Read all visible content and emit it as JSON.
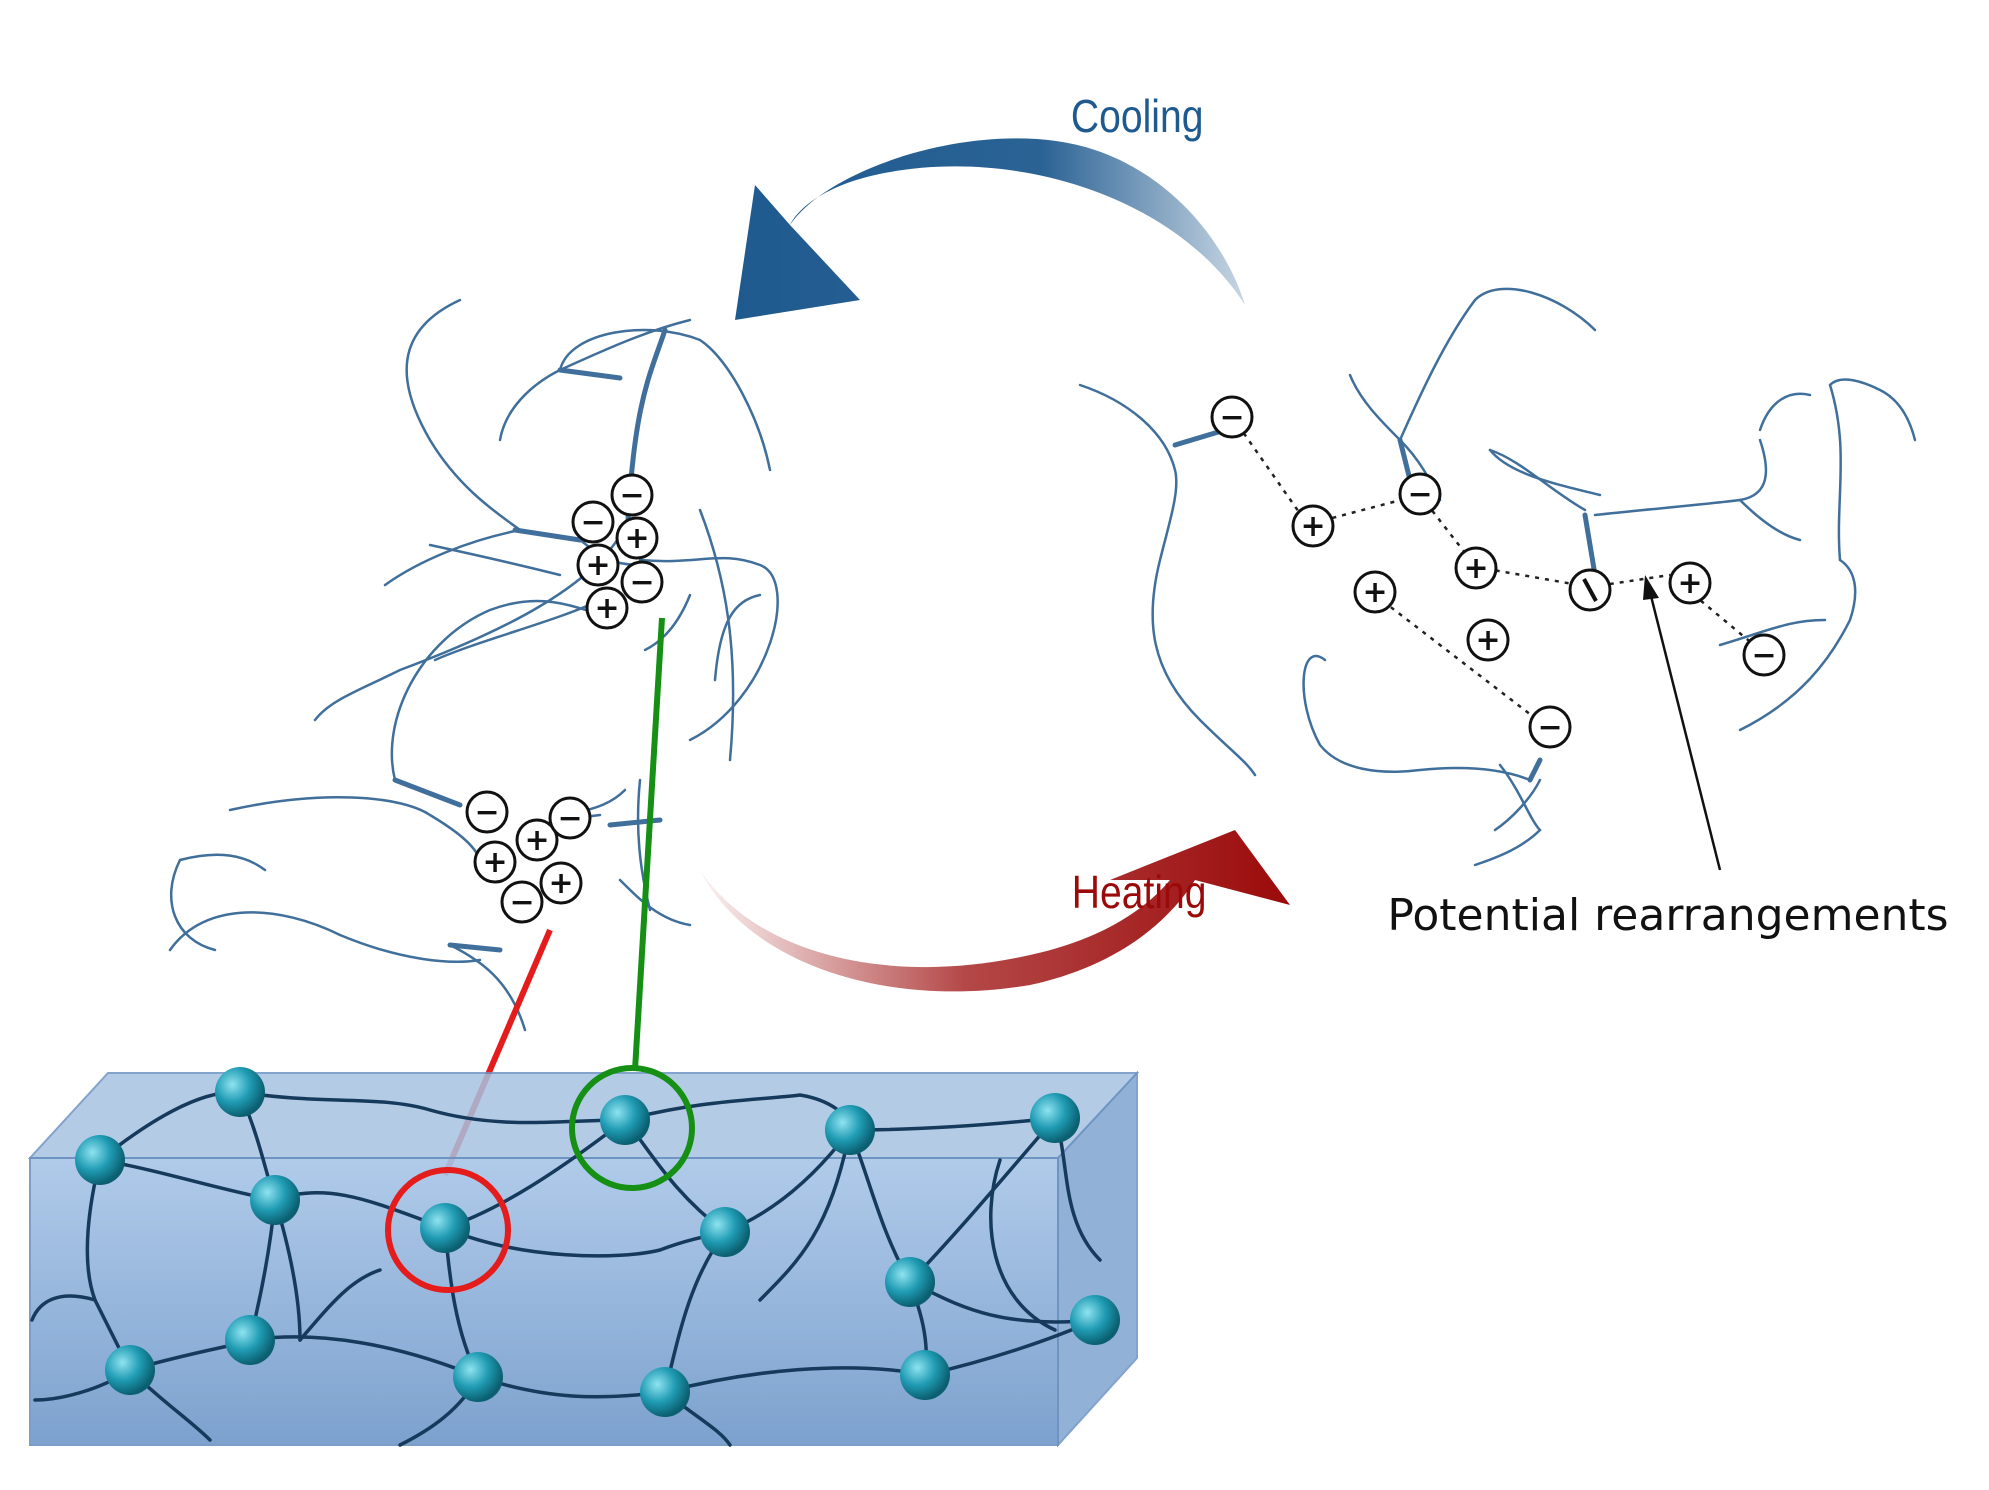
{
  "labels": {
    "cooling": "Cooling",
    "heating": "Heating",
    "rearrangement_note": "Potential rearrangements"
  },
  "colors": {
    "cooling_arrow": "#1f5a8f",
    "heating_arrow": "#9b0a0a",
    "chain": "#3f6f9a",
    "network_block": "#86abd6",
    "crosslink_bead": "#1f9bb3",
    "highlight_red": "#e41c1c",
    "highlight_green": "#159015"
  },
  "ion_symbols": {
    "cation": "+",
    "anion": "−"
  }
}
